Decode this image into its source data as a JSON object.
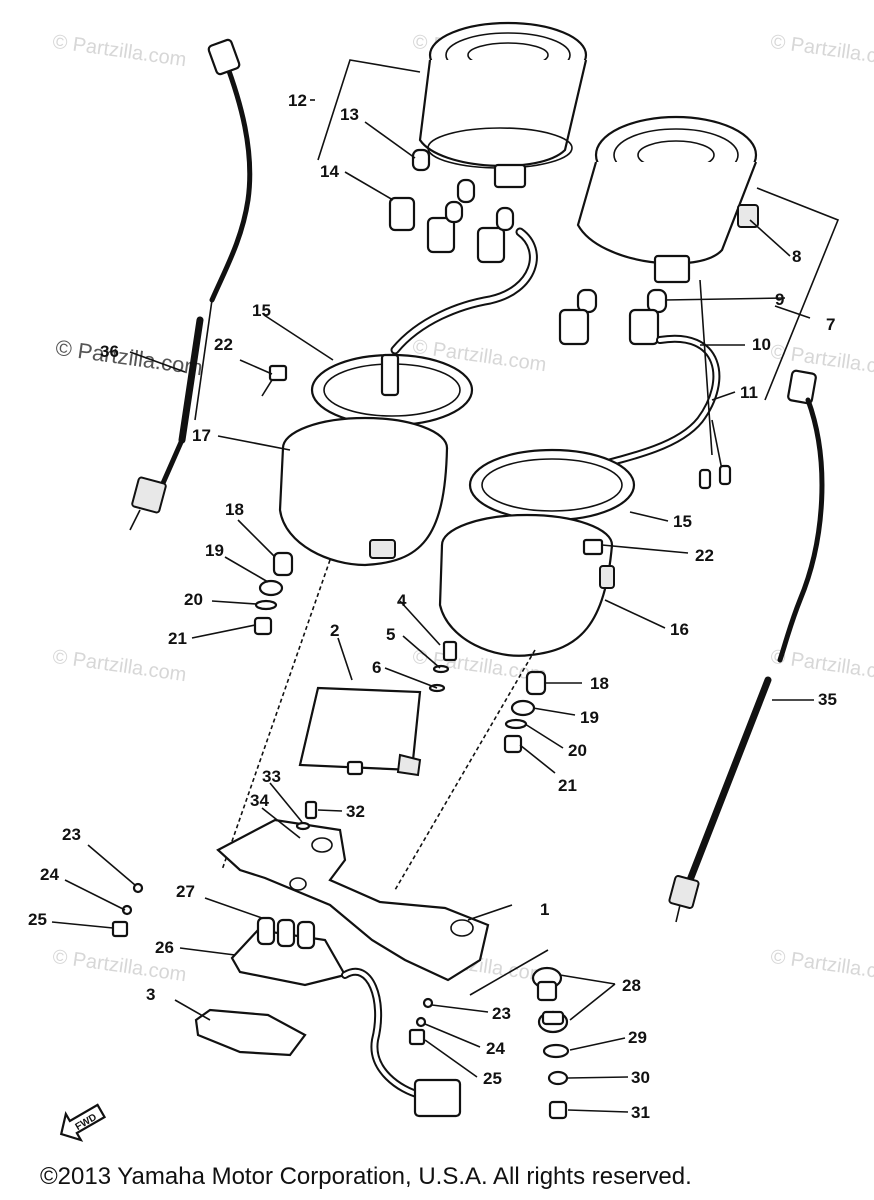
{
  "watermarks": {
    "text": "© Partzilla.com"
  },
  "callouts": [
    "1",
    "2",
    "3",
    "4",
    "5",
    "6",
    "7",
    "8",
    "9",
    "10",
    "11",
    "12",
    "13",
    "14",
    "15",
    "15",
    "16",
    "17",
    "18",
    "18",
    "19",
    "19",
    "20",
    "20",
    "21",
    "21",
    "22",
    "22",
    "23",
    "23",
    "24",
    "24",
    "25",
    "25",
    "26",
    "27",
    "28",
    "29",
    "30",
    "31",
    "32",
    "33",
    "34",
    "35",
    "36"
  ],
  "fwd_label": "FWD",
  "copyright": "©2013  Yamaha Motor Corporation, U.S.A. All rights reserved."
}
